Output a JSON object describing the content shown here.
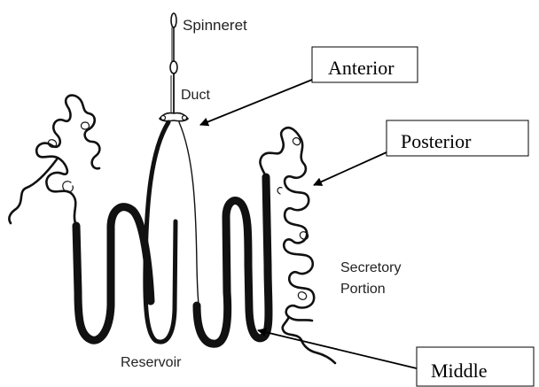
{
  "labels": {
    "spinneret": "Spinneret",
    "duct": "Duct",
    "secretory_line1": "Secretory",
    "secretory_line2": "Portion",
    "reservoir": "Reservoir"
  },
  "callouts": {
    "anterior": "Anterior",
    "posterior": "Posterior",
    "middle": "Middle"
  }
}
